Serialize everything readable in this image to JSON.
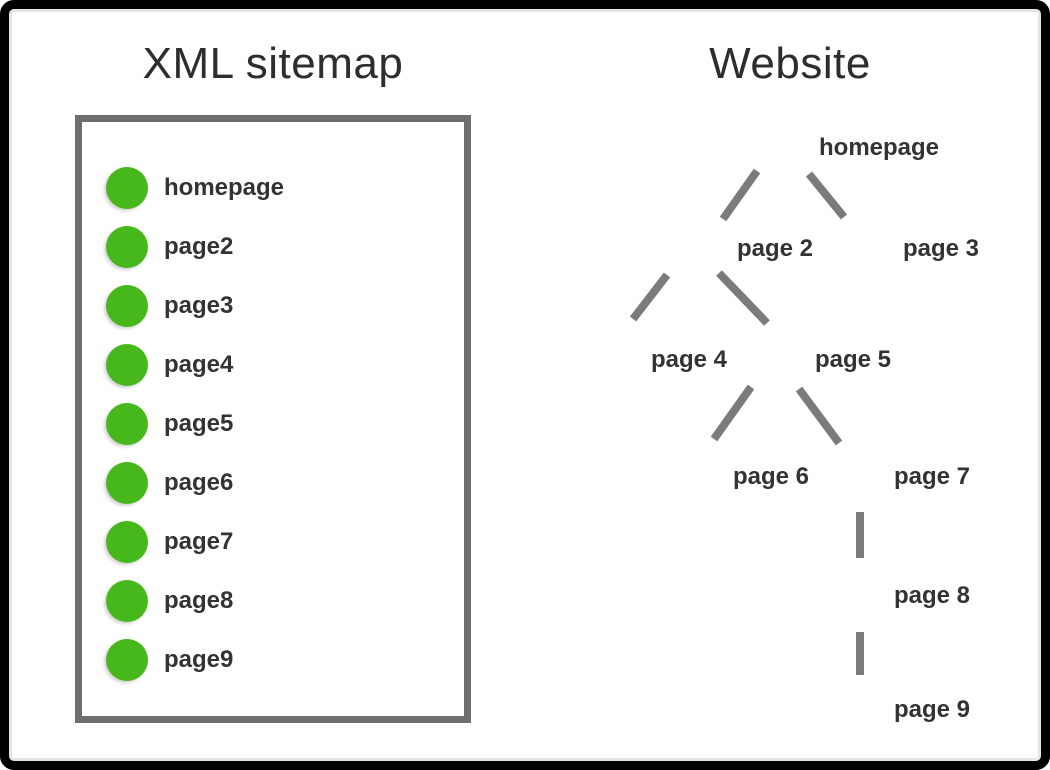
{
  "colors": {
    "node_green": "#46b81c",
    "edge_gray": "#7b7b7b",
    "box_border_gray": "#6e6e6e",
    "frame_black": "#000000",
    "text_dark": "#333333"
  },
  "sitemap": {
    "title": "XML sitemap",
    "items": [
      "homepage",
      "page2",
      "page3",
      "page4",
      "page5",
      "page6",
      "page7",
      "page8",
      "page9"
    ]
  },
  "website": {
    "title": "Website",
    "nodes": [
      {
        "id": "homepage",
        "label": "homepage"
      },
      {
        "id": "page2",
        "label": "page 2"
      },
      {
        "id": "page3",
        "label": "page 3"
      },
      {
        "id": "page4",
        "label": "page 4"
      },
      {
        "id": "page5",
        "label": "page 5"
      },
      {
        "id": "page6",
        "label": "page 6"
      },
      {
        "id": "page7",
        "label": "page 7"
      },
      {
        "id": "page8",
        "label": "page 8"
      },
      {
        "id": "page9",
        "label": "page 9"
      }
    ],
    "edges": [
      [
        "homepage",
        "page 2"
      ],
      [
        "homepage",
        "page 3"
      ],
      [
        "page 2",
        "page 4"
      ],
      [
        "page 2",
        "page 5"
      ],
      [
        "page 5",
        "page 6"
      ],
      [
        "page 5",
        "page 7"
      ],
      [
        "page 7",
        "page 8"
      ],
      [
        "page 8",
        "page 9"
      ]
    ]
  }
}
